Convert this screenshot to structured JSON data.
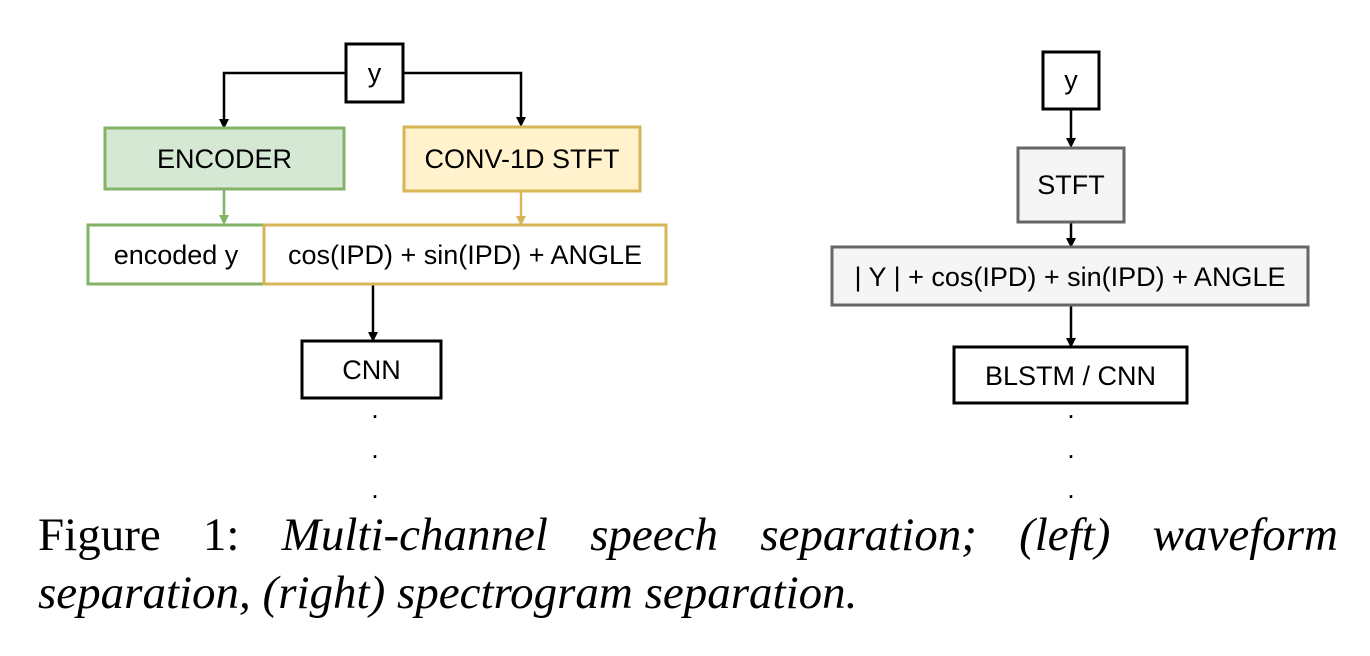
{
  "left_diagram": {
    "input": "y",
    "encoder": "ENCODER",
    "stft": "CONV-1D STFT",
    "encoded": "encoded y",
    "features": "cos(IPD) + sin(IPD) + ANGLE",
    "network": "CNN",
    "continuation": "."
  },
  "right_diagram": {
    "input": "y",
    "stft": "STFT",
    "features": "| Y | + cos(IPD) + sin(IPD) + ANGLE",
    "network": "BLSTM / CNN",
    "continuation": "."
  },
  "caption": {
    "label": "Figure 1:",
    "text": "Multi-channel speech separation; (left) waveform separation, (right) spectrogram separation."
  },
  "colors": {
    "encoder_fill": "#d5e8d4",
    "encoder_stroke": "#82b366",
    "stft_fill": "#fff2cc",
    "stft_stroke": "#d6b656",
    "gray_fill": "#f5f5f5",
    "gray_stroke": "#666666"
  }
}
